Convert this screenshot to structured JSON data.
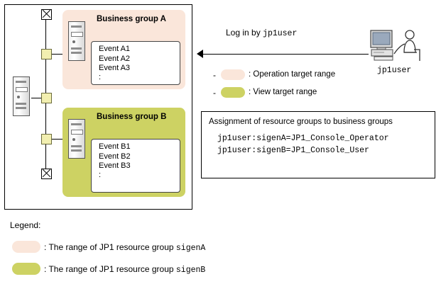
{
  "diagram": {
    "outer_box": {
      "name": "jp1-manager-host-box"
    },
    "groups": [
      {
        "id": "business-group-a",
        "title": "Business group A",
        "color": "#fae6da",
        "events": [
          "Event A1",
          "Event A2",
          "Event A3"
        ],
        "ellipsis": ":"
      },
      {
        "id": "business-group-b",
        "title": "Business group B",
        "color": "#cdd263",
        "events": [
          "Event B1",
          "Event B2",
          "Event B3"
        ],
        "ellipsis": ":"
      }
    ],
    "login": {
      "label_prefix": "Log in by ",
      "user": "jp1user",
      "client_label": "jp1user"
    },
    "range_legend": [
      {
        "dash": "-",
        "swatch": "#fae6da",
        "text": ": Operation target range"
      },
      {
        "dash": "-",
        "swatch": "#cdd263",
        "text": ": View target range"
      }
    ],
    "assignment": {
      "title": "Assignment of resource groups to business groups",
      "lines": [
        "jp1user:sigenA=JP1_Console_Operator",
        "jp1user:sigenB=JP1_Console_User"
      ]
    },
    "legend": {
      "title": "Legend:",
      "items": [
        {
          "swatch": "#fae6da",
          "text_prefix": ": The range of JP1 resource group ",
          "code": "sigenA"
        },
        {
          "swatch": "#cdd263",
          "text_prefix": ": The range of JP1 resource group ",
          "code": "sigenB"
        }
      ]
    }
  }
}
